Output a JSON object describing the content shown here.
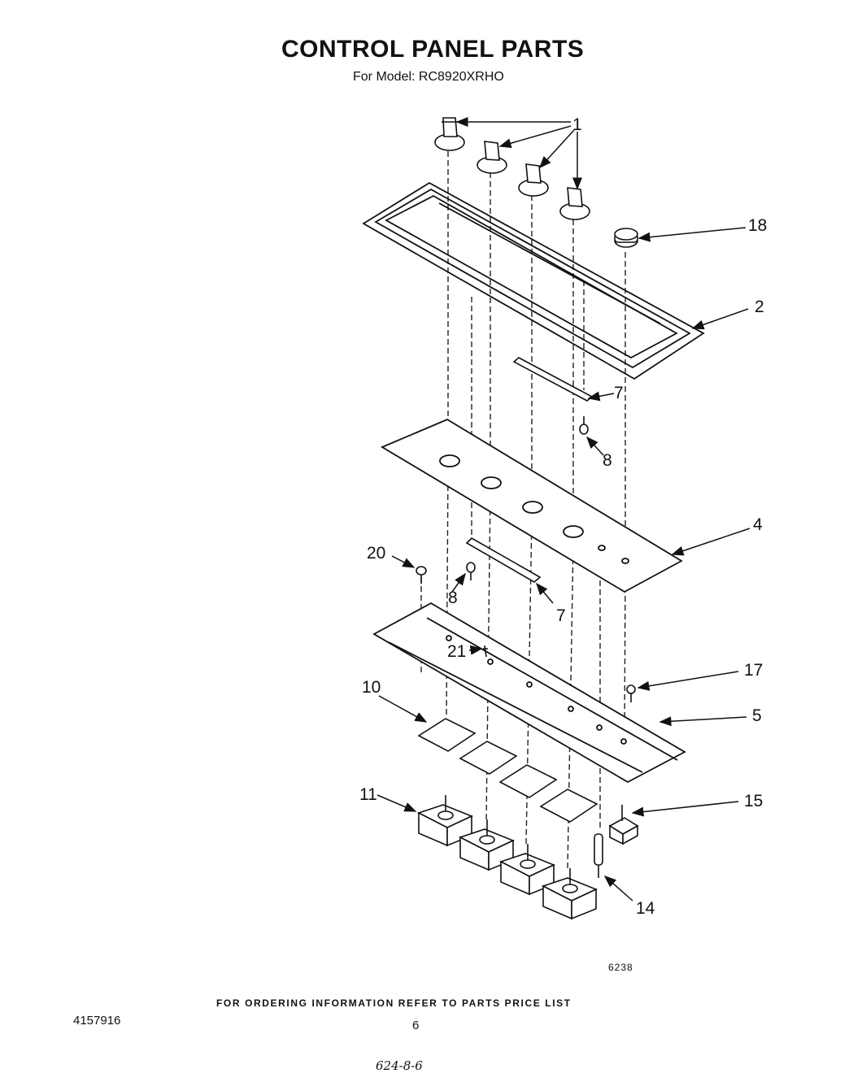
{
  "header": {
    "title": "CONTROL PANEL PARTS",
    "model_line": "For Model: RC8920XRHO"
  },
  "callouts": {
    "c1": "1",
    "c2": "2",
    "c4": "4",
    "c5": "5",
    "c7a": "7",
    "c7b": "7",
    "c8a": "8",
    "c8b": "8",
    "c10": "10",
    "c11": "11",
    "c14": "14",
    "c15": "15",
    "c17": "17",
    "c18": "18",
    "c20": "20",
    "c21": "21"
  },
  "footer": {
    "diagram_number": "6238",
    "ordering_note": "FOR ORDERING INFORMATION REFER TO PARTS PRICE LIST",
    "document_number": "4157916",
    "page_number": "6",
    "handwritten_note": "624-8-6"
  }
}
